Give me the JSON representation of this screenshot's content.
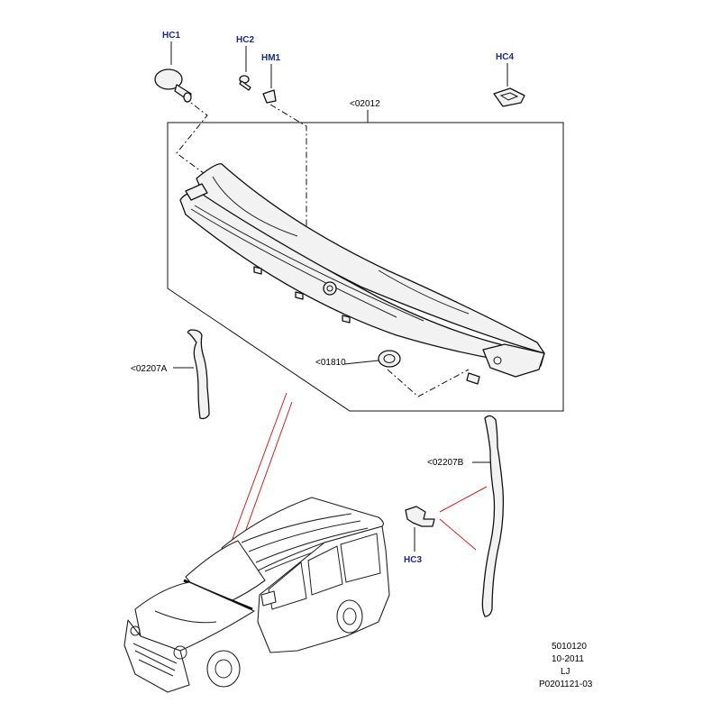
{
  "callouts": {
    "hc1": "HC1",
    "hc2": "HC2",
    "hm1": "HM1",
    "hc4": "HC4",
    "hc3": "HC3",
    "ref_02012": "<02012",
    "ref_01810": "<01810",
    "ref_02207a": "<02207A",
    "ref_02207b": "<02207B"
  },
  "footer": {
    "line1": "5010120",
    "line2": "10-2011",
    "line3": "LJ",
    "line4": "P0201121-03"
  },
  "colors": {
    "callout_text": "#1a2a8a",
    "highlight_lines": "#d42020"
  }
}
